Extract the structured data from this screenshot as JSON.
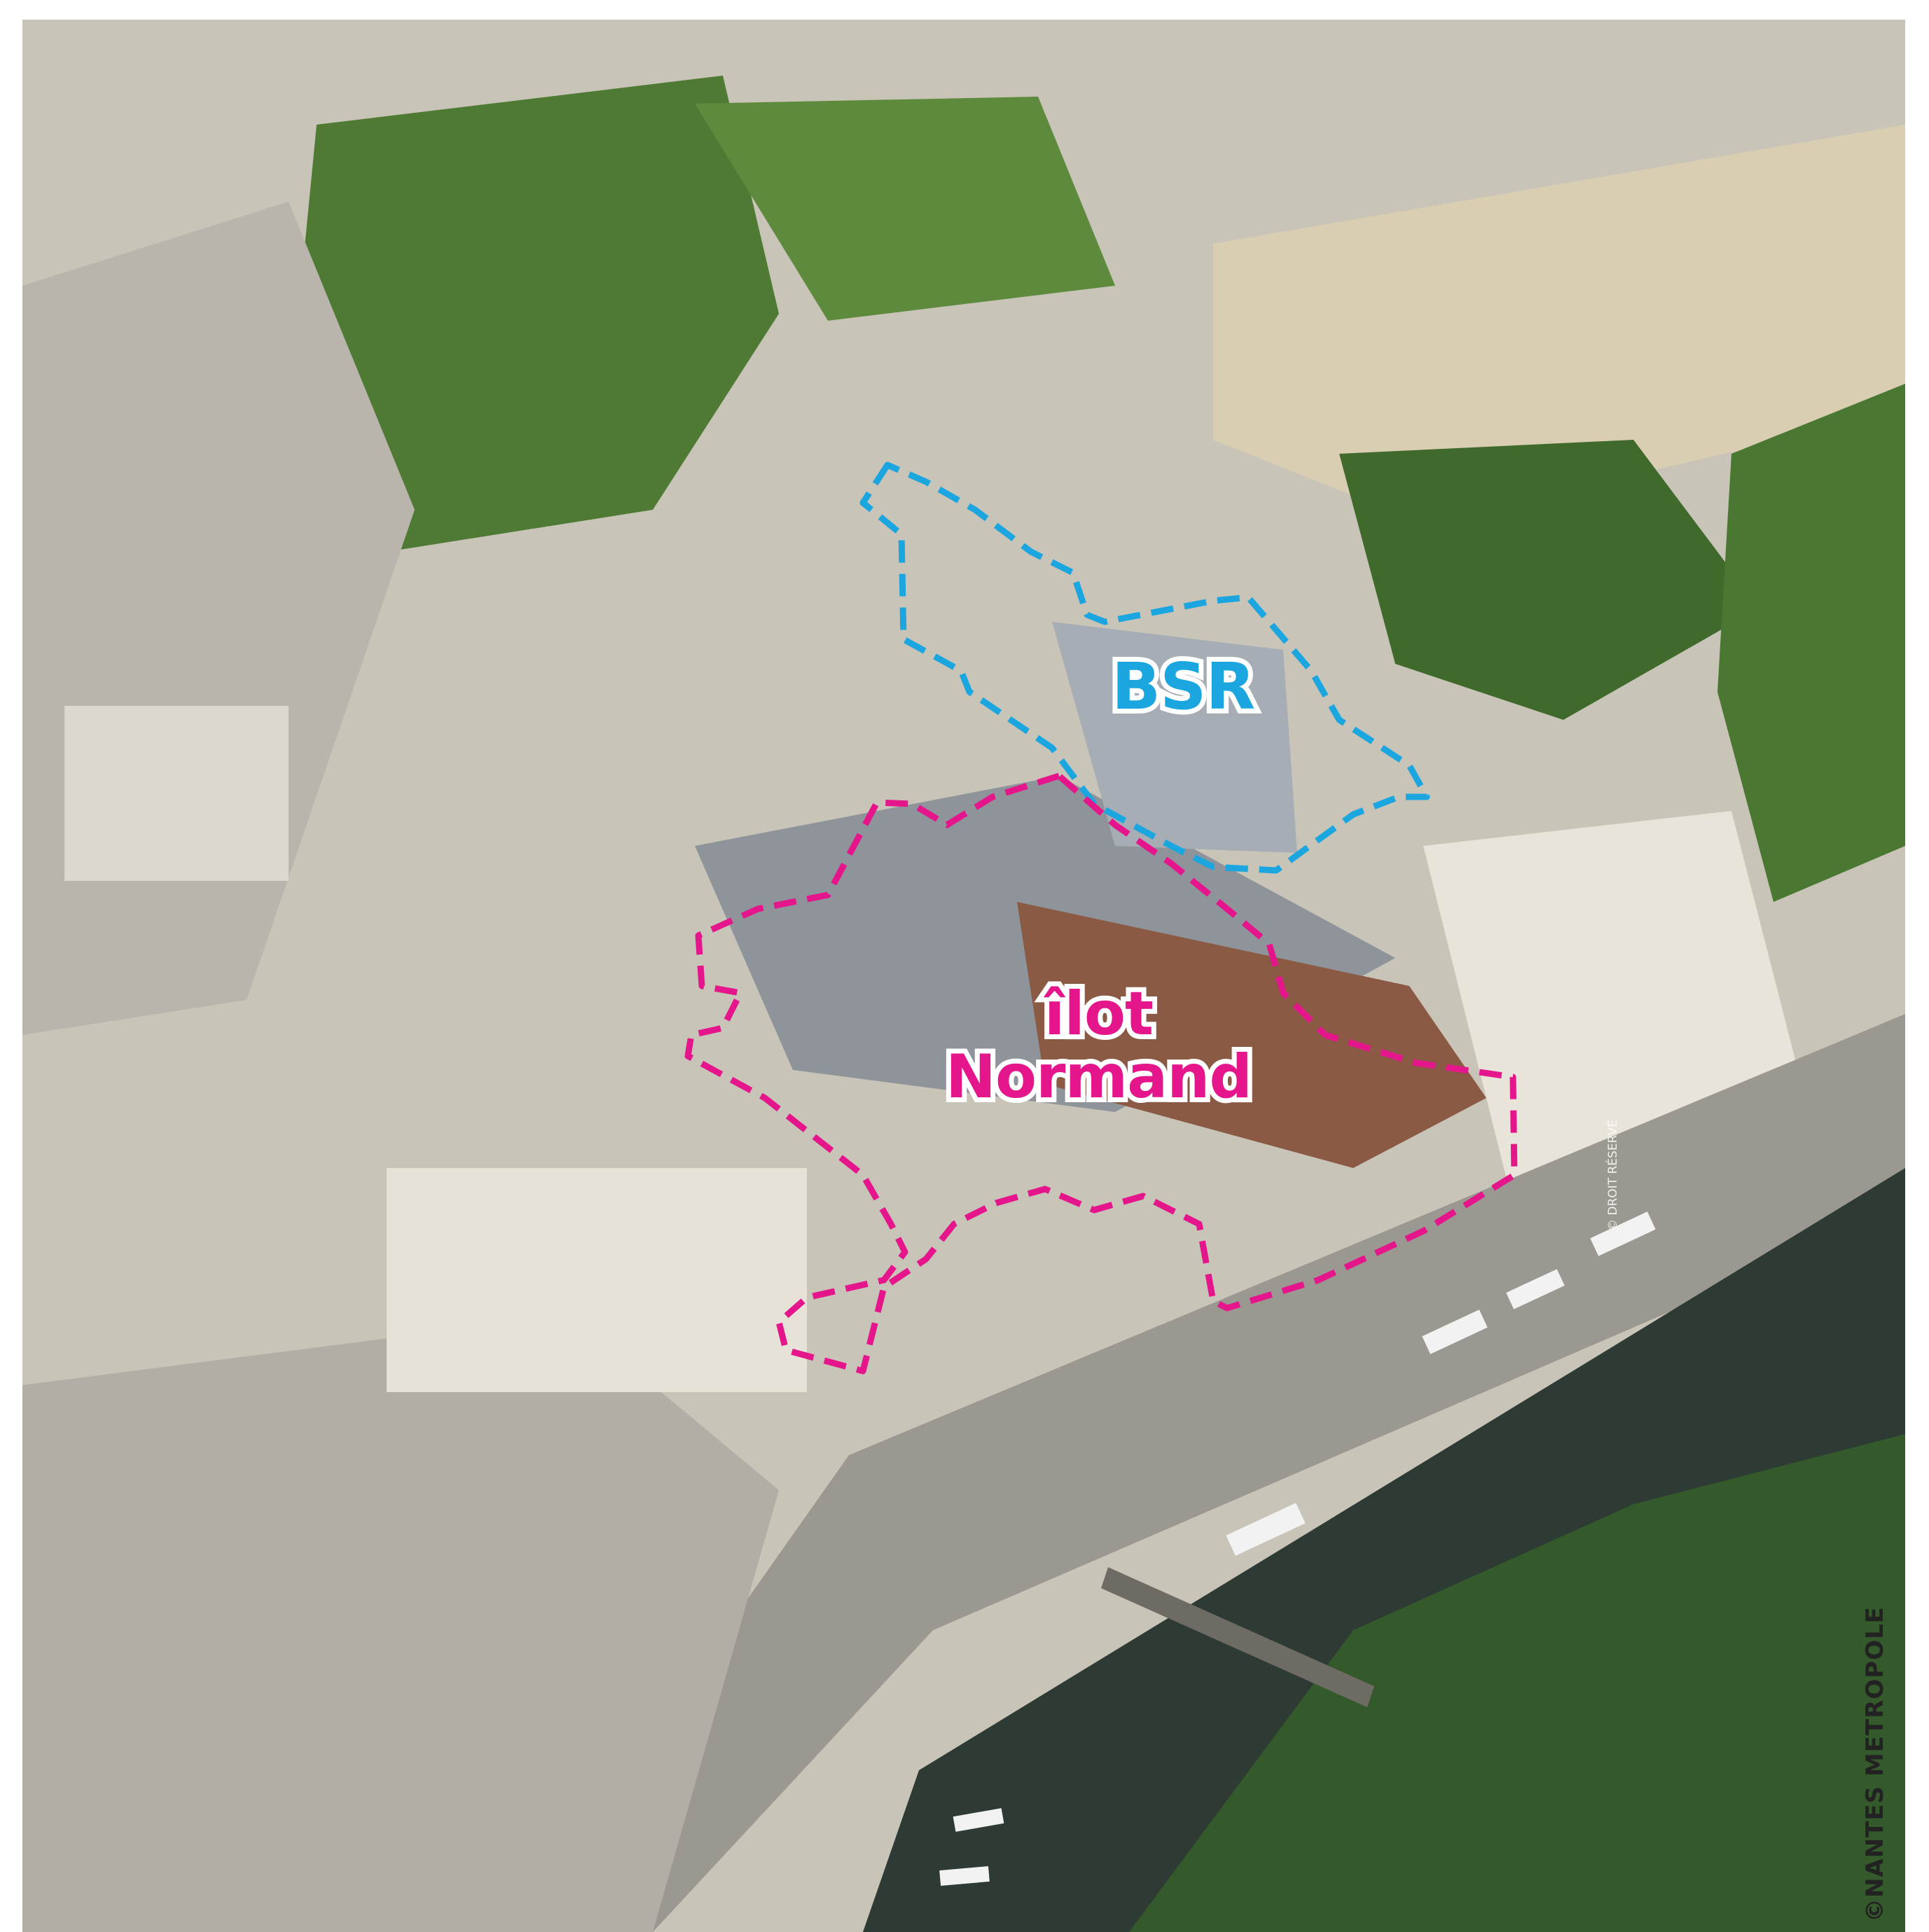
{
  "labels": {
    "bsr": "BSR",
    "ilot_line1": "îlot",
    "ilot_line2": "Normand"
  },
  "credits": {
    "droit": "© DROIT RÉSERVÉ",
    "nantes": "©NANTES METROPOLE"
  },
  "colors": {
    "bsr_outline": "#1ba6e0",
    "ilot_outline": "#e5168c",
    "water": "#2e3a34",
    "foliage": "#3d6b2a",
    "roof": "#8f949a",
    "facade": "#e8e4da"
  }
}
